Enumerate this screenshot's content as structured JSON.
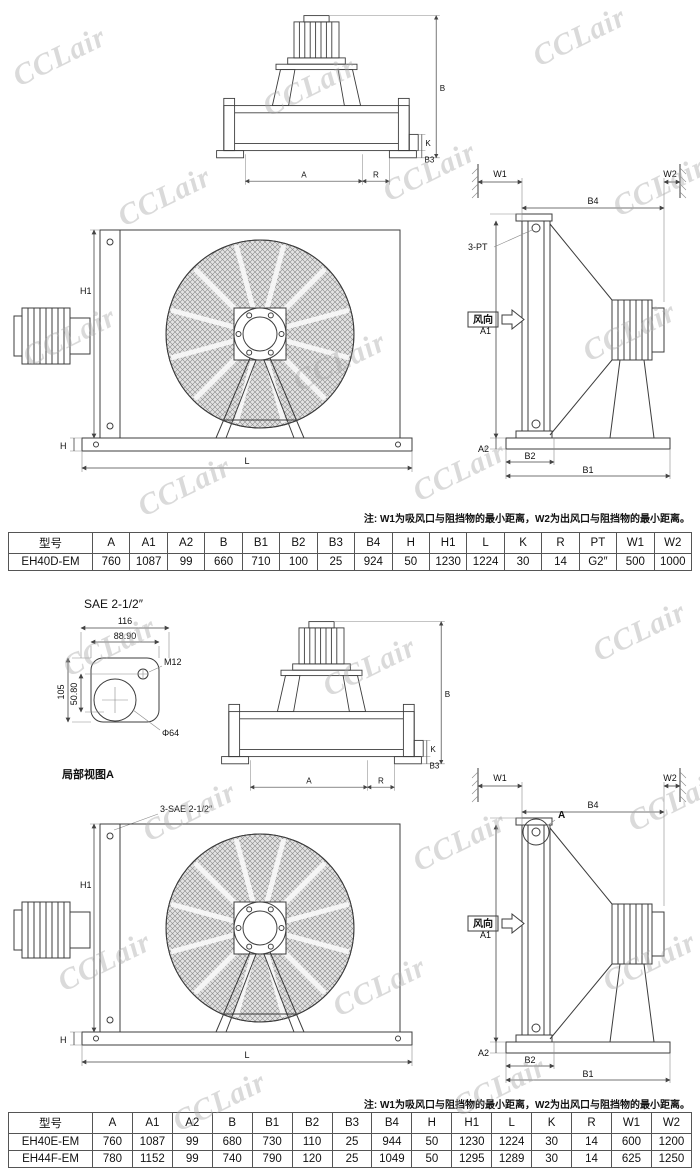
{
  "watermark": "CCLair",
  "note": "注: W1为吸风口与阻挡物的最小距离，W2为出风口与阻挡物的最小距离。",
  "labels": {
    "wind": "风向",
    "port1": "3-PT",
    "port2": "3-SAE 2-1/2″",
    "detail_marker": "A"
  },
  "dims": {
    "A": "A",
    "A1": "A1",
    "A2": "A2",
    "B": "B",
    "B1": "B1",
    "B2": "B2",
    "B3": "B3",
    "B4": "B4",
    "H": "H",
    "H1": "H1",
    "K": "K",
    "L": "L",
    "R": "R",
    "W1": "W1",
    "W2": "W2"
  },
  "detail_view": {
    "title": "SAE 2-1/2″",
    "caption": "局部视图A",
    "dim_width_outer": "116",
    "dim_width_inner": "88.90",
    "bolt_label": "M12",
    "dim_height_outer": "105",
    "dim_height_inner": "50.80",
    "bore_label": "Φ64"
  },
  "table1": {
    "headers": [
      "型号",
      "A",
      "A1",
      "A2",
      "B",
      "B1",
      "B2",
      "B3",
      "B4",
      "H",
      "H1",
      "L",
      "K",
      "R",
      "PT",
      "W1",
      "W2"
    ],
    "rows": [
      [
        "EH40D-EM",
        "760",
        "1087",
        "99",
        "660",
        "710",
        "100",
        "25",
        "924",
        "50",
        "1230",
        "1224",
        "30",
        "14",
        "G2″",
        "500",
        "1000"
      ]
    ]
  },
  "table2": {
    "headers": [
      "型号",
      "A",
      "A1",
      "A2",
      "B",
      "B1",
      "B2",
      "B3",
      "B4",
      "H",
      "H1",
      "L",
      "K",
      "R",
      "W1",
      "W2"
    ],
    "rows": [
      [
        "EH40E-EM",
        "760",
        "1087",
        "99",
        "680",
        "730",
        "110",
        "25",
        "944",
        "50",
        "1230",
        "1224",
        "30",
        "14",
        "600",
        "1200"
      ],
      [
        "EH44F-EM",
        "780",
        "1152",
        "99",
        "740",
        "790",
        "120",
        "25",
        "1049",
        "50",
        "1295",
        "1289",
        "30",
        "14",
        "625",
        "1250"
      ]
    ]
  }
}
